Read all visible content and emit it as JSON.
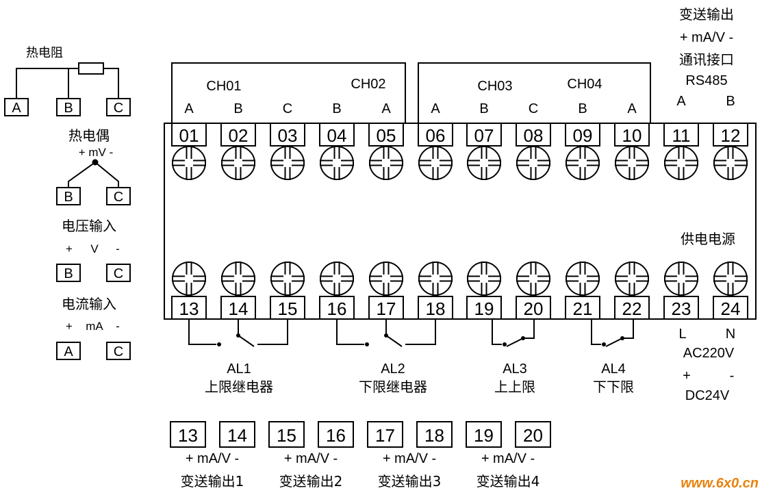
{
  "sensor_legend": {
    "rtd": {
      "title": "热电阻",
      "terminals": [
        "A",
        "B",
        "C"
      ]
    },
    "thermocouple": {
      "title": "热电偶",
      "polarity": "+ mV -",
      "terminals": [
        "B",
        "C"
      ]
    },
    "voltage": {
      "title": "电压输入",
      "polarity": [
        "+",
        "V",
        "-"
      ],
      "terminals": [
        "B",
        "C"
      ]
    },
    "current": {
      "title": "电流输入",
      "polarity": [
        "+",
        "mA",
        "-"
      ],
      "terminals": [
        "A",
        "C"
      ]
    }
  },
  "channels": [
    {
      "name": "CH01"
    },
    {
      "name": "CH02"
    },
    {
      "name": "CH03"
    },
    {
      "name": "CH04"
    }
  ],
  "top_pin_letters": [
    "A",
    "B",
    "C",
    "B",
    "A",
    "A",
    "B",
    "C",
    "B",
    "A",
    "A",
    "B"
  ],
  "top_terminals": [
    "01",
    "02",
    "03",
    "04",
    "05",
    "06",
    "07",
    "08",
    "09",
    "10",
    "11",
    "12"
  ],
  "bottom_terminals": [
    "13",
    "14",
    "15",
    "16",
    "17",
    "18",
    "19",
    "20",
    "21",
    "22",
    "23",
    "24"
  ],
  "comm": {
    "line1": "变送输出",
    "line2": "+ mA/V -",
    "line3": "通讯接口",
    "line4": "RS485"
  },
  "power": {
    "title": "供电电源",
    "l": "L",
    "n": "N",
    "ac": "AC220V",
    "plus": "+",
    "minus": "-",
    "dc": "DC24V"
  },
  "alarms": [
    {
      "name": "AL1",
      "desc": "上限继电器"
    },
    {
      "name": "AL2",
      "desc": "下限继电器"
    },
    {
      "name": "AL3",
      "desc": "上上限"
    },
    {
      "name": "AL4",
      "desc": "下下限"
    }
  ],
  "transmit_outputs": [
    {
      "terminals": [
        "13",
        "14"
      ],
      "polarity": "+ mA/V -",
      "label": "变送输出1"
    },
    {
      "terminals": [
        "15",
        "16"
      ],
      "polarity": "+ mA/V -",
      "label": "变送输出2"
    },
    {
      "terminals": [
        "17",
        "18"
      ],
      "polarity": "+ mA/V -",
      "label": "变送输出3"
    },
    {
      "terminals": [
        "19",
        "20"
      ],
      "polarity": "+ mA/V -",
      "label": "变送输出4"
    }
  ],
  "watermark": "www.6x0.cn",
  "colors": {
    "line": "#000000",
    "watermark": "#e8820c",
    "background": "#ffffff"
  }
}
